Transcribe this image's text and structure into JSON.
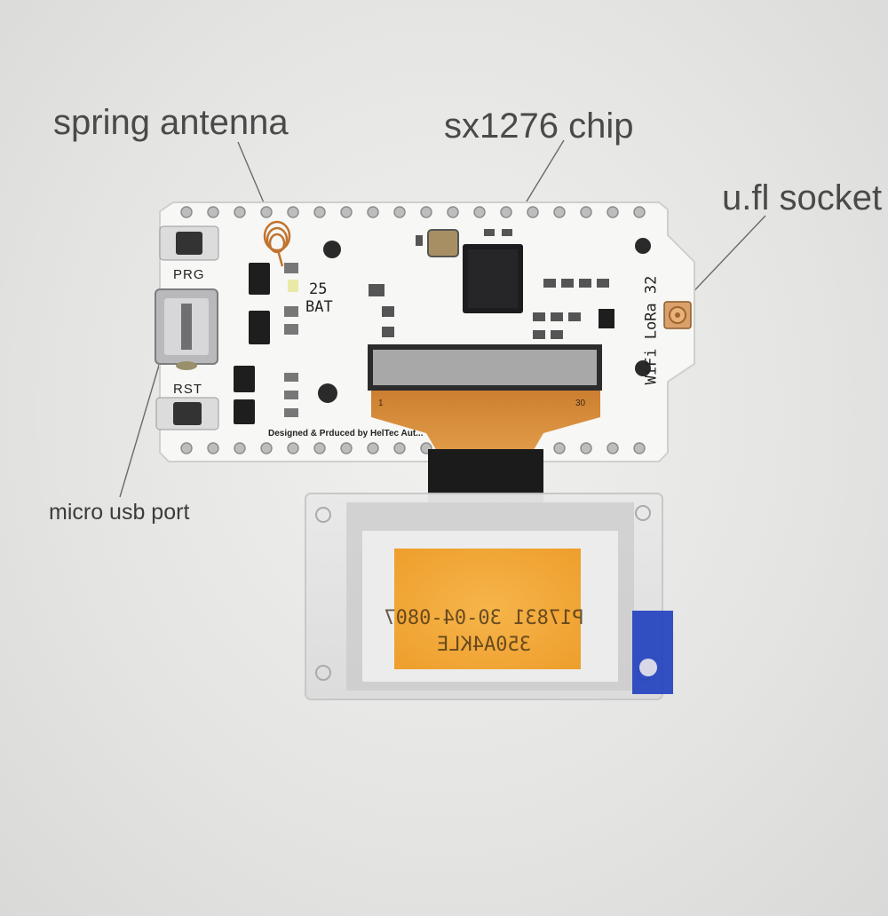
{
  "callouts": {
    "spring_antenna": "spring antenna",
    "sx1276_chip": "sx1276 chip",
    "ufl_socket": "u.fl socket",
    "micro_usb_port": "micro usb port"
  },
  "board": {
    "button_prg": "PRG",
    "button_rst": "RST",
    "battery_label_top": "25",
    "battery_label_bottom": "BAT",
    "side_label": "WiFi LoRa 32",
    "credit": "Designed & Prduced by HelTec Aut...",
    "flex_pin_1": "1",
    "flex_pin_30": "30"
  },
  "oled": {
    "line1": "P17831 30-04-0807",
    "line2": "350A4KLE"
  },
  "colors": {
    "pcb": "#f7f7f5",
    "flex_cable": "#d9822b",
    "oled_panel": "#f0a93a",
    "chip": "#1d1d1f",
    "ufl_socket": "#d98a4a",
    "background": "#e6e6e4",
    "sticker": "#1f3fbf"
  }
}
